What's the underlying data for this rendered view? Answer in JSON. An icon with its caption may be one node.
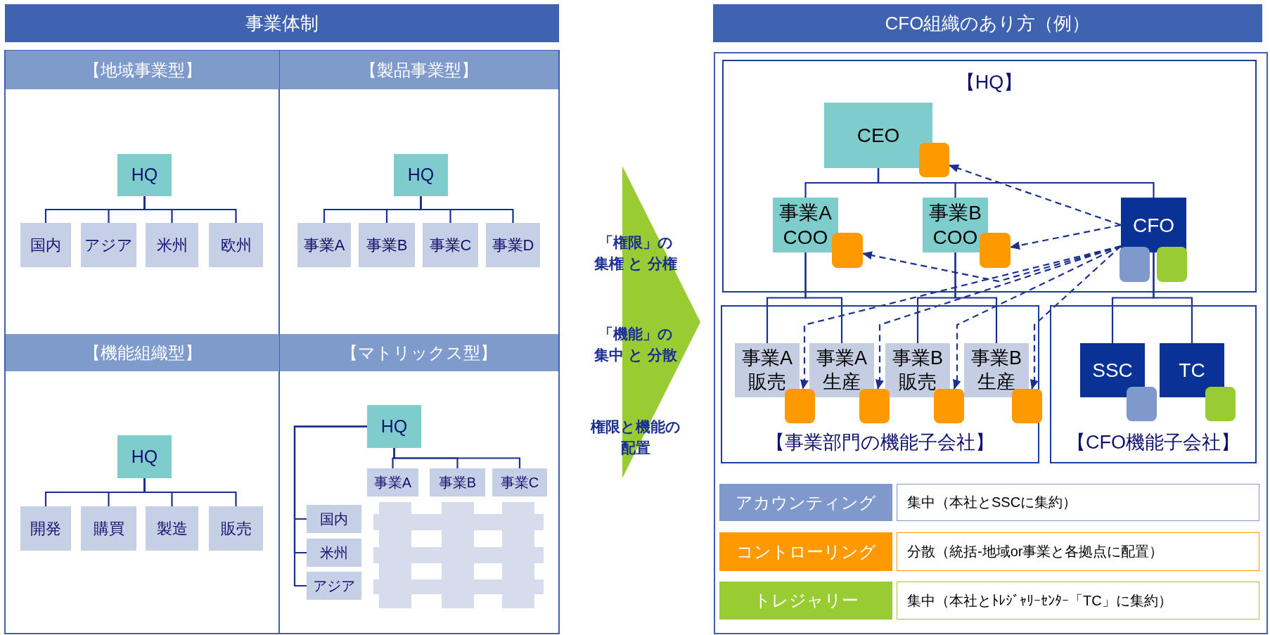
{
  "diagram": {
    "nodes": [
      {
        "text": [
          "事業体制"
        ]
      },
      {
        "text": [
          "【地域事業型】"
        ]
      },
      {
        "text": [
          "HQ"
        ]
      },
      {
        "text": [
          "国内"
        ]
      },
      {
        "text": [
          "アジア"
        ]
      },
      {
        "text": [
          "米州"
        ]
      },
      {
        "text": [
          "欧州"
        ]
      },
      {
        "text": [
          "【製品事業型】"
        ]
      },
      {
        "text": [
          "HQ"
        ]
      },
      {
        "text": [
          "事業A"
        ]
      },
      {
        "text": [
          "事業B"
        ]
      },
      {
        "text": [
          "事業C"
        ]
      },
      {
        "text": [
          "事業D"
        ]
      },
      {
        "text": [
          "【機能組織型】"
        ]
      },
      {
        "text": [
          "HQ"
        ]
      },
      {
        "text": [
          "開発"
        ]
      },
      {
        "text": [
          "購買"
        ]
      },
      {
        "text": [
          "製造"
        ]
      },
      {
        "text": [
          "販売"
        ]
      },
      {
        "text": [
          "【マトリックス型】"
        ]
      },
      {
        "text": [
          "HQ"
        ]
      },
      {
        "text": [
          "事業A"
        ]
      },
      {
        "text": [
          "事業B"
        ]
      },
      {
        "text": [
          "事業C"
        ]
      },
      {
        "text": [
          "国内"
        ]
      },
      {
        "text": [
          "米州"
        ]
      },
      {
        "text": [
          "アジア"
        ]
      },
      {
        "text": [
          "CFO組織のあり方（例）"
        ]
      },
      {
        "text": [
          "【HQ】"
        ]
      },
      {
        "text": [
          "CEO"
        ],
        "in": 28
      },
      {
        "text": [],
        "shape": "box",
        "in": 28
      },
      {
        "text": [
          "事業A COO"
        ],
        "in": 28
      },
      {
        "text": [],
        "shape": "box",
        "in": 28
      },
      {
        "text": [
          "事業B COO"
        ],
        "in": 28
      },
      {
        "text": [],
        "shape": "box",
        "in": 28
      },
      {
        "text": [
          "CFO"
        ],
        "in": 28
      },
      {
        "text": [],
        "shape": "box",
        "in": 28
      },
      {
        "text": [],
        "shape": "box",
        "in": 28
      },
      {
        "text": [
          "【事業部門の機能子会社】"
        ]
      },
      {
        "text": [
          "事業A販売"
        ],
        "in": 38
      },
      {
        "text": [
          "事業A生産"
        ],
        "in": 38
      },
      {
        "text": [
          "事業B販売"
        ],
        "in": 38
      },
      {
        "text": [
          "事業B生産"
        ],
        "in": 38
      },
      {
        "text": [],
        "shape": "box",
        "in": 38
      },
      {
        "text": [],
        "shape": "box",
        "in": 38
      },
      {
        "text": [],
        "shape": "box",
        "in": 38
      },
      {
        "text": [],
        "shape": "box",
        "in": 38
      },
      {
        "text": [
          "【CFO機能子会社】"
        ]
      },
      {
        "text": [
          "SSC"
        ],
        "in": 47
      },
      {
        "text": [
          "TC"
        ],
        "in": 47
      },
      {
        "text": [],
        "shape": "box",
        "in": 47
      },
      {
        "text": [],
        "shape": "box",
        "in": 47
      },
      {
        "text": [
          "アカウンティング"
        ]
      },
      {
        "text": [
          "集中（本社とSSCに集約）"
        ]
      },
      {
        "text": [
          "コントローリング"
        ]
      },
      {
        "text": [
          "分散（統括-地域or事業と各拠点に配置）"
        ]
      },
      {
        "text": [
          "トレジャリー"
        ]
      },
      {
        "text": [
          "集中（本社とﾄﾚｼﾞｬﾘｰｾﾝﾀｰ「TC」に集約）"
        ]
      }
    ],
    "edges": [
      {
        "from": 2,
        "to": 3,
        "arrow": "none"
      },
      {
        "from": 2,
        "to": 4,
        "arrow": "none"
      },
      {
        "from": 2,
        "to": 5,
        "arrow": "none"
      },
      {
        "from": 2,
        "to": 6,
        "arrow": "none"
      },
      {
        "from": 8,
        "to": 9,
        "arrow": "none"
      },
      {
        "from": 8,
        "to": 10,
        "arrow": "none"
      },
      {
        "from": 8,
        "to": 11,
        "arrow": "none"
      },
      {
        "from": 8,
        "to": 12,
        "arrow": "none"
      },
      {
        "from": 14,
        "to": 15,
        "arrow": "none"
      },
      {
        "from": 14,
        "to": 16,
        "arrow": "none"
      },
      {
        "from": 14,
        "to": 17,
        "arrow": "none"
      },
      {
        "from": 14,
        "to": 18,
        "arrow": "none"
      },
      {
        "from": 20,
        "to": 21,
        "arrow": "none"
      },
      {
        "from": 20,
        "to": 22,
        "arrow": "none"
      },
      {
        "from": 20,
        "to": 23,
        "arrow": "none"
      },
      {
        "from": 20,
        "to": 24,
        "arrow": "none"
      },
      {
        "from": 20,
        "to": 25,
        "arrow": "none"
      },
      {
        "from": 20,
        "to": 26,
        "arrow": "none"
      },
      {
        "from": 29,
        "to": 31,
        "arrow": "none"
      },
      {
        "from": 29,
        "to": 33,
        "arrow": "none"
      },
      {
        "from": 29,
        "to": 35,
        "arrow": "none"
      },
      {
        "from": 31,
        "to": 39,
        "arrow": "none"
      },
      {
        "from": 31,
        "to": 40,
        "arrow": "none"
      },
      {
        "from": 33,
        "to": 41,
        "arrow": "none"
      },
      {
        "from": 33,
        "to": 42,
        "arrow": "none"
      },
      {
        "from": 35,
        "to": 48,
        "arrow": "none"
      },
      {
        "from": 35,
        "to": 49,
        "arrow": "none"
      },
      {
        "from": 35,
        "to": 30,
        "arrow": "to",
        "style": "dashed"
      },
      {
        "from": 35,
        "to": 32,
        "arrow": "to",
        "style": "dashed"
      },
      {
        "from": 35,
        "to": 34,
        "arrow": "to",
        "style": "dashed"
      },
      {
        "from": 35,
        "to": 43,
        "arrow": "to",
        "style": "dashed"
      },
      {
        "from": 35,
        "to": 44,
        "arrow": "to",
        "style": "dashed"
      },
      {
        "from": 35,
        "to": 45,
        "arrow": "to",
        "style": "dashed"
      },
      {
        "from": 35,
        "to": 46,
        "arrow": "to",
        "style": "dashed"
      }
    ],
    "labels": [
      "「権限」の集権 と 分権",
      "「機能」の集中 と 分散",
      "権限と機能の配置"
    ]
  }
}
